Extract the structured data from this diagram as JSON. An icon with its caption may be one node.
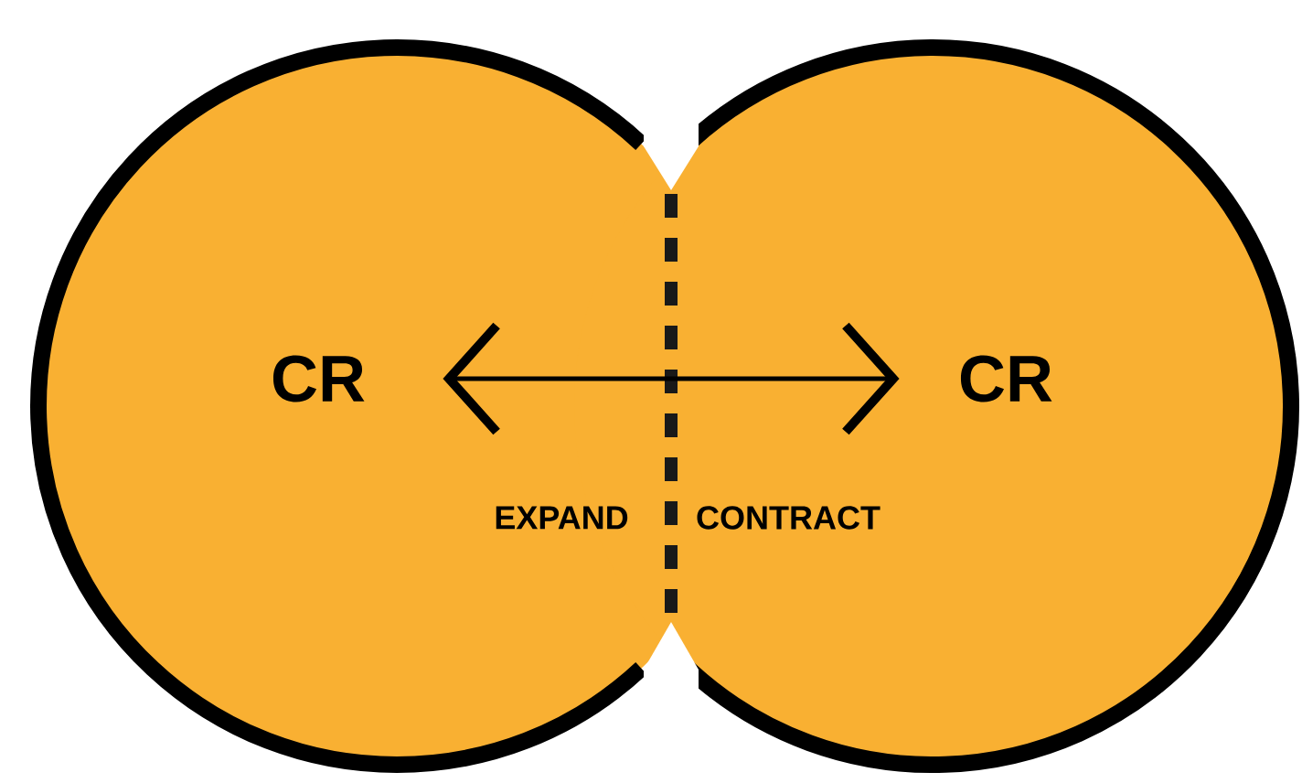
{
  "diagram": {
    "nodes": [
      {
        "text": [
          "CR"
        ]
      },
      {
        "text": [
          "CR"
        ]
      }
    ],
    "edges": [
      {
        "from": 0,
        "to": 1,
        "arrow": "both"
      }
    ],
    "labels": [
      "EXPAND",
      "CONTRACT"
    ]
  }
}
